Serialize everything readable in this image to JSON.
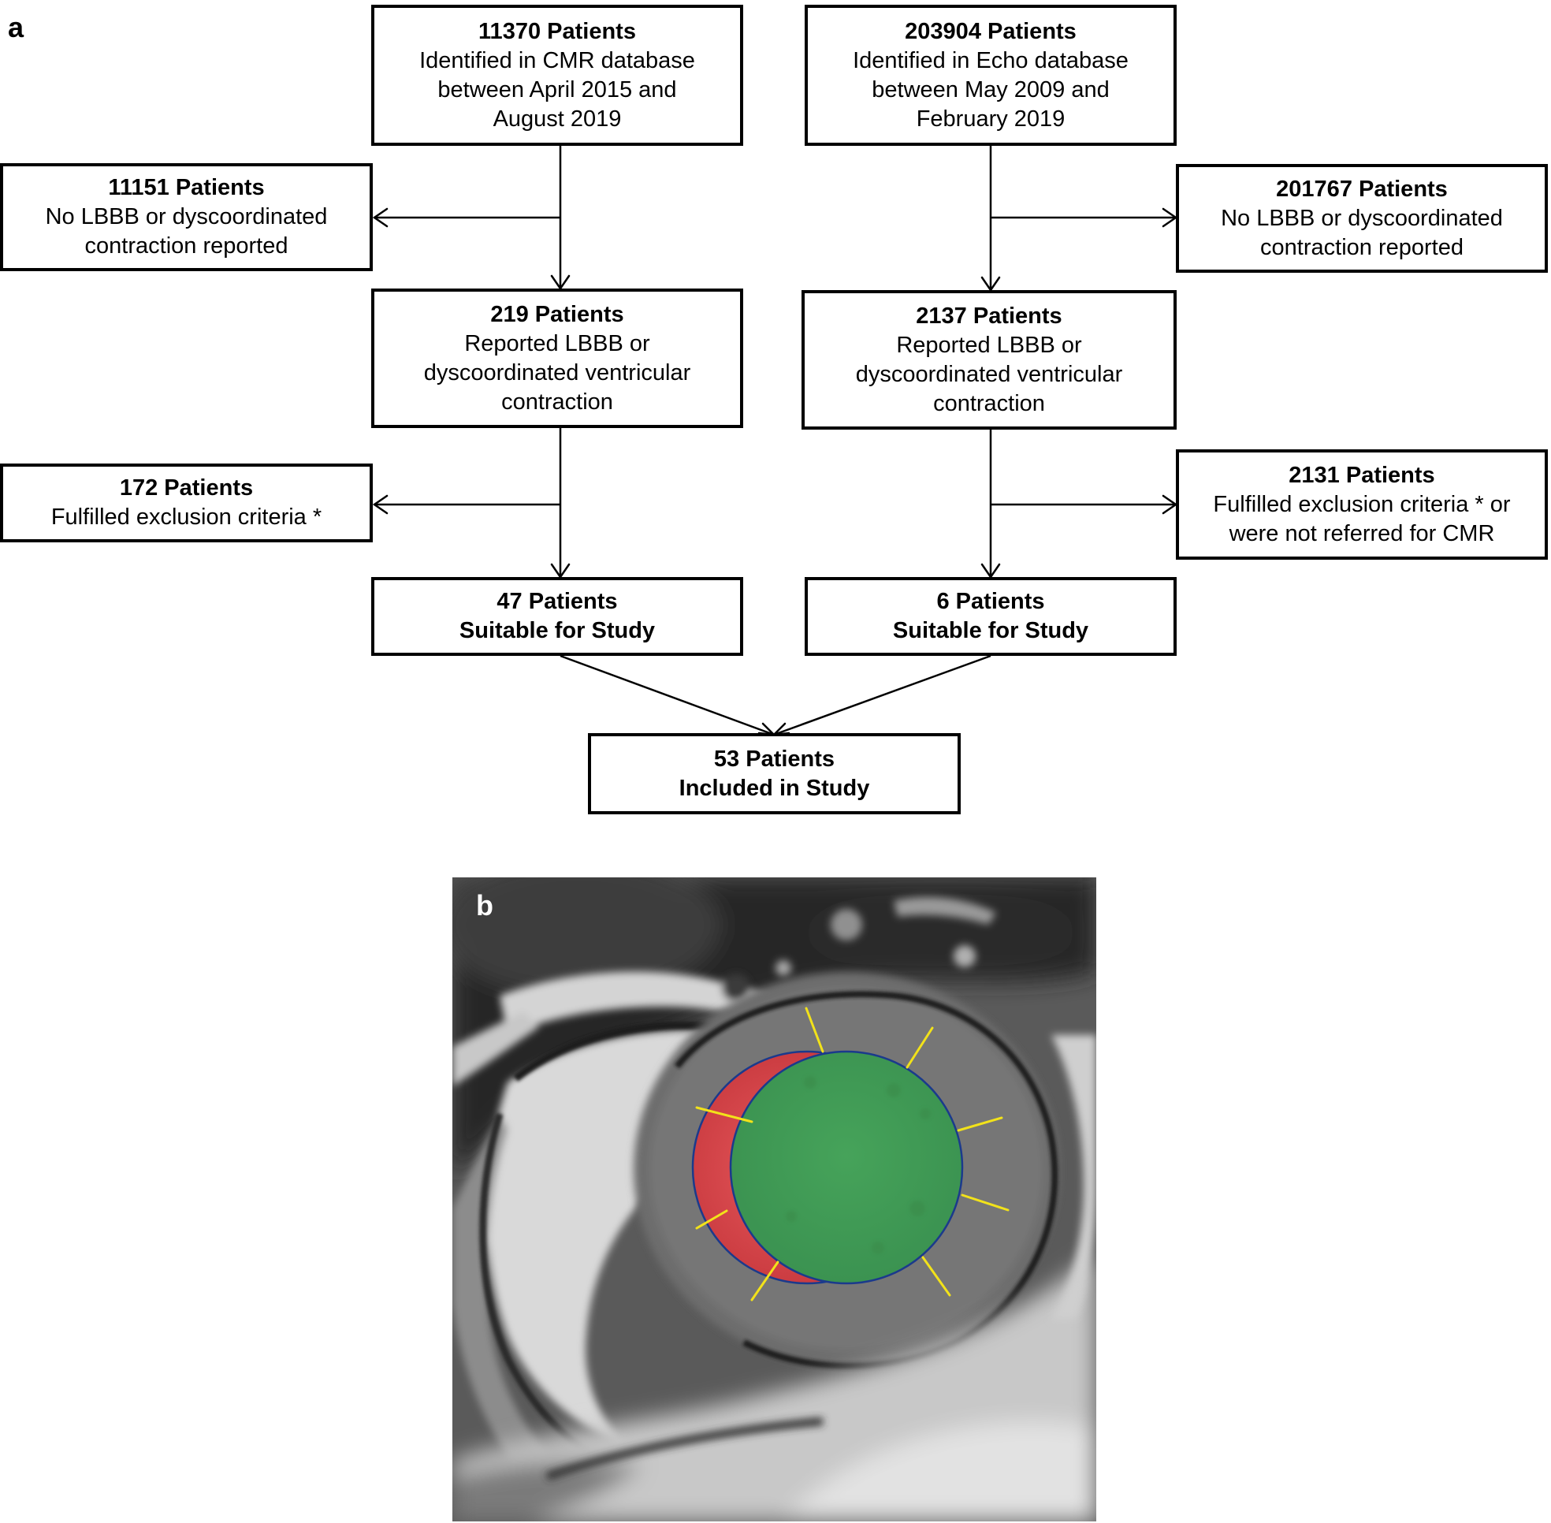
{
  "panel_a_label": "a",
  "panel_b_label": "b",
  "boxes": {
    "cmr_identified": {
      "count": "11370 Patients",
      "desc": "Identified in CMR database\nbetween April 2015 and\nAugust 2019"
    },
    "echo_identified": {
      "count": "203904 Patients",
      "desc": "Identified in Echo database\nbetween May 2009 and\nFebruary 2019"
    },
    "cmr_no_lbbb": {
      "count": "11151 Patients",
      "desc": "No LBBB or dyscoordinated\ncontraction reported"
    },
    "echo_no_lbbb": {
      "count": "201767 Patients",
      "desc": "No LBBB or dyscoordinated\ncontraction reported"
    },
    "cmr_lbbb": {
      "count": "219 Patients",
      "desc": "Reported LBBB or\ndyscoordinated ventricular\ncontraction"
    },
    "echo_lbbb": {
      "count": "2137 Patients",
      "desc": "Reported LBBB or\ndyscoordinated ventricular\ncontraction"
    },
    "cmr_excluded": {
      "count": "172 Patients",
      "desc": "Fulfilled exclusion criteria *"
    },
    "echo_excluded": {
      "count": "2131 Patients",
      "desc": "Fulfilled exclusion criteria * or\nwere not referred for CMR"
    },
    "cmr_suitable": {
      "count": "47 Patients",
      "desc": "Suitable for Study"
    },
    "echo_suitable": {
      "count": "6 Patients",
      "desc": "Suitable for Study"
    },
    "included": {
      "count": "53 Patients",
      "desc": "Included in Study"
    }
  },
  "colors": {
    "line": "#000000",
    "overlay_red": "#d8474b",
    "overlay_green": "#3f9a52",
    "contour_blue": "#1b3a8c",
    "spoke_yellow": "#f2e21a"
  }
}
